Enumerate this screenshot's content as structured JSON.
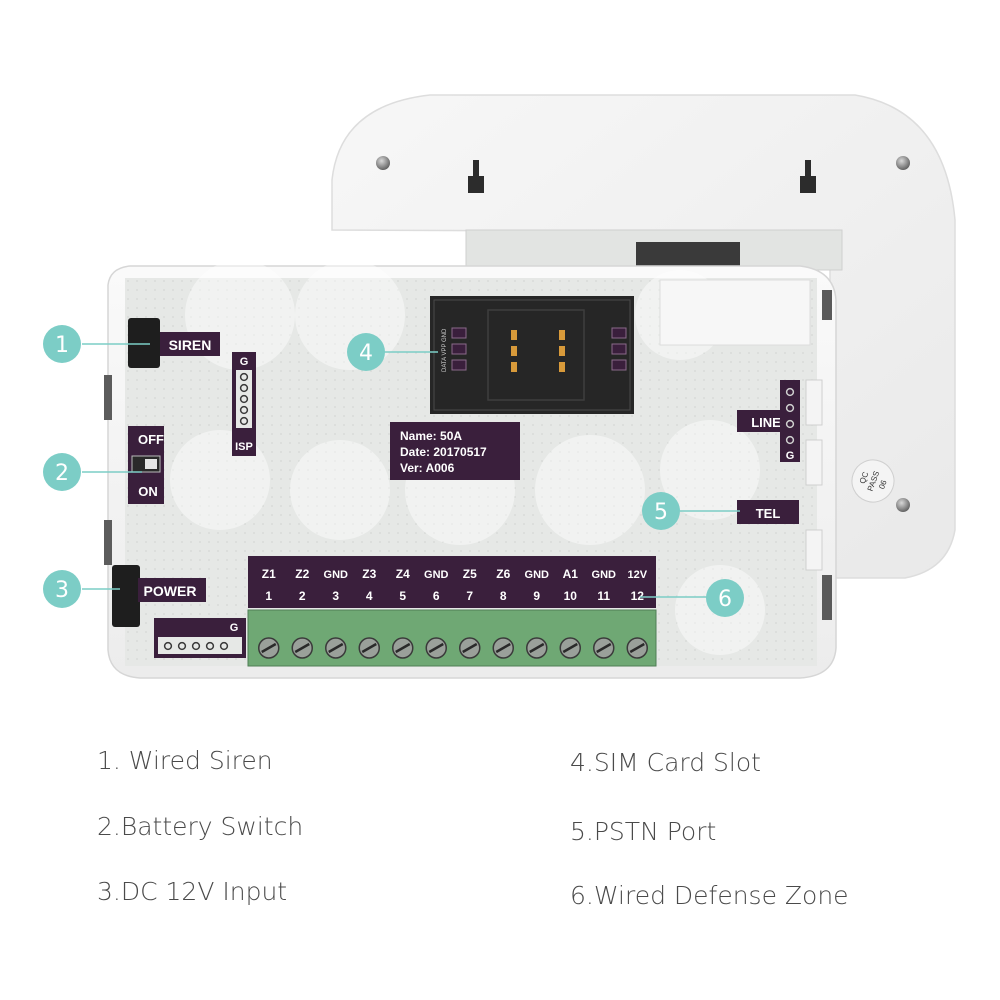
{
  "colors": {
    "callout_teal": "#7ccdc6",
    "board_bg": "#e6e8e6",
    "silk_purple": "#3a1f3c",
    "terminal_green": "#6fa874"
  },
  "board": {
    "siren_label": "SIREN",
    "off_label": "OFF",
    "on_label": "ON",
    "power_label": "POWER",
    "isp_label": "ISP",
    "g_label_isp": "G",
    "g_label_bottom": "G",
    "line_label": "LINE",
    "g_label_line": "G",
    "tel_label": "TEL",
    "sim_pins_label": "DATA VPP GND",
    "qc_label": "QC",
    "pass_label": "PASS",
    "qc_num": "06",
    "info": {
      "name": "Name: 50A",
      "date": "Date: 20170517",
      "ver": "Ver:  A006"
    },
    "terminal_top": [
      "Z1",
      "Z2",
      "GND",
      "Z3",
      "Z4",
      "GND",
      "Z5",
      "Z6",
      "GND",
      "A1",
      "GND",
      "12V"
    ],
    "terminal_num": [
      "1",
      "2",
      "3",
      "4",
      "5",
      "6",
      "7",
      "8",
      "9",
      "10",
      "11",
      "12"
    ]
  },
  "callouts": [
    "1",
    "2",
    "3",
    "4",
    "5",
    "6"
  ],
  "legend": {
    "item1": "1. Wired Siren",
    "item2": "2.Battery Switch",
    "item3": "3.DC 12V Input",
    "item4": "4.SIM Card Slot",
    "item5": "5.PSTN Port",
    "item6": "6.Wired Defense Zone"
  }
}
